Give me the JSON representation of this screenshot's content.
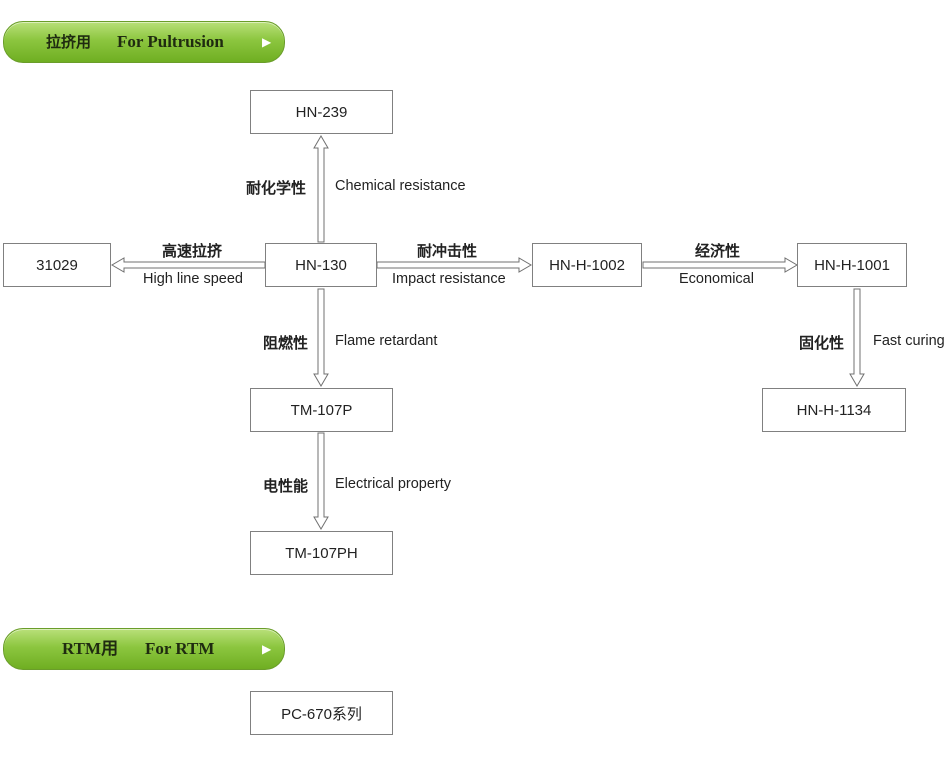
{
  "sections": {
    "pultrusion": {
      "cn": "拉挤用",
      "en": "For Pultrusion"
    },
    "rtm": {
      "cn": "RTM用",
      "en": "For RTM"
    }
  },
  "nodes": {
    "hn239": "HN-239",
    "hn130": "HN-130",
    "n31029": "31029",
    "hnh1002": "HN-H-1002",
    "hnh1001": "HN-H-1001",
    "hnh1134": "HN-H-1134",
    "tm107p": "TM-107P",
    "tm107ph": "TM-107PH",
    "pc670": "PC-670系列"
  },
  "edges": {
    "chemical": {
      "cn": "耐化学性",
      "en": "Chemical resistance"
    },
    "highspeed": {
      "cn": "高速拉挤",
      "en": "High line speed"
    },
    "impact": {
      "cn": "耐冲击性",
      "en": "Impact resistance"
    },
    "economical": {
      "cn": "经济性",
      "en": "Economical"
    },
    "fastcuring": {
      "cn": "固化性",
      "en": "Fast curing"
    },
    "flame": {
      "cn": "阻燃性",
      "en": "Flame retardant"
    },
    "electrical": {
      "cn": "电性能",
      "en": "Electrical property"
    }
  },
  "colors": {
    "pill": "#8cc63f",
    "box_border": "#808080",
    "arrow": "#707070"
  }
}
